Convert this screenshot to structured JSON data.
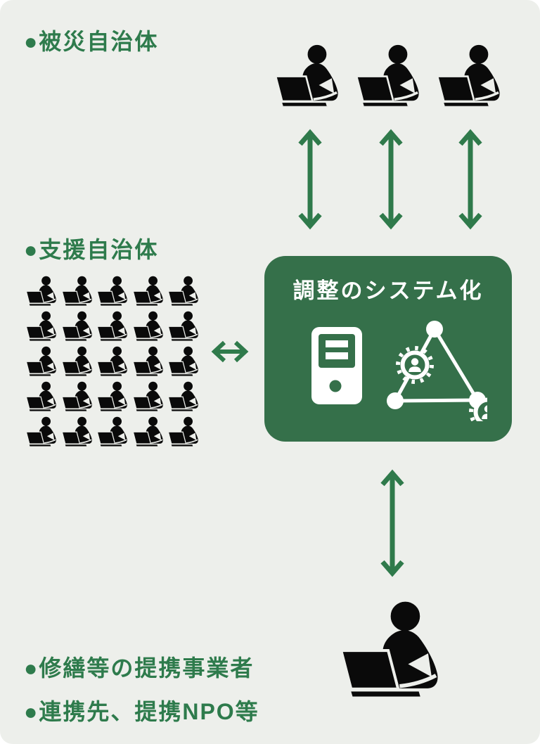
{
  "diagram": {
    "title_hint": "disaster-support coordination system diagram",
    "labels": {
      "affected": "●被災自治体",
      "support": "●支援自治体",
      "repair_partners": "●修繕等の提携事業者",
      "npo_partners": "●連携先、提携NPO等"
    },
    "box": {
      "title": "調整のシステム化",
      "icons": [
        "server-icon",
        "network-gears-icon"
      ]
    },
    "groups": {
      "affected_users": {
        "icon": "person-laptop-icon",
        "count": 3
      },
      "support_users": {
        "icon": "person-laptop-icon",
        "count": 25,
        "rows": 5,
        "cols": 5
      },
      "partner_user": {
        "icon": "person-laptop-icon",
        "count": 1
      }
    },
    "arrows": {
      "style": "double-headed",
      "top_vertical_count": 3,
      "horizontal_count": 1,
      "bottom_vertical_count": 1
    },
    "colors": {
      "background": "#edefeb",
      "text_green": "#2e7b4c",
      "box_green": "#35704a",
      "arrow_green": "#2f7a4b",
      "icon_black": "#0a0a0a",
      "white": "#ffffff"
    }
  }
}
